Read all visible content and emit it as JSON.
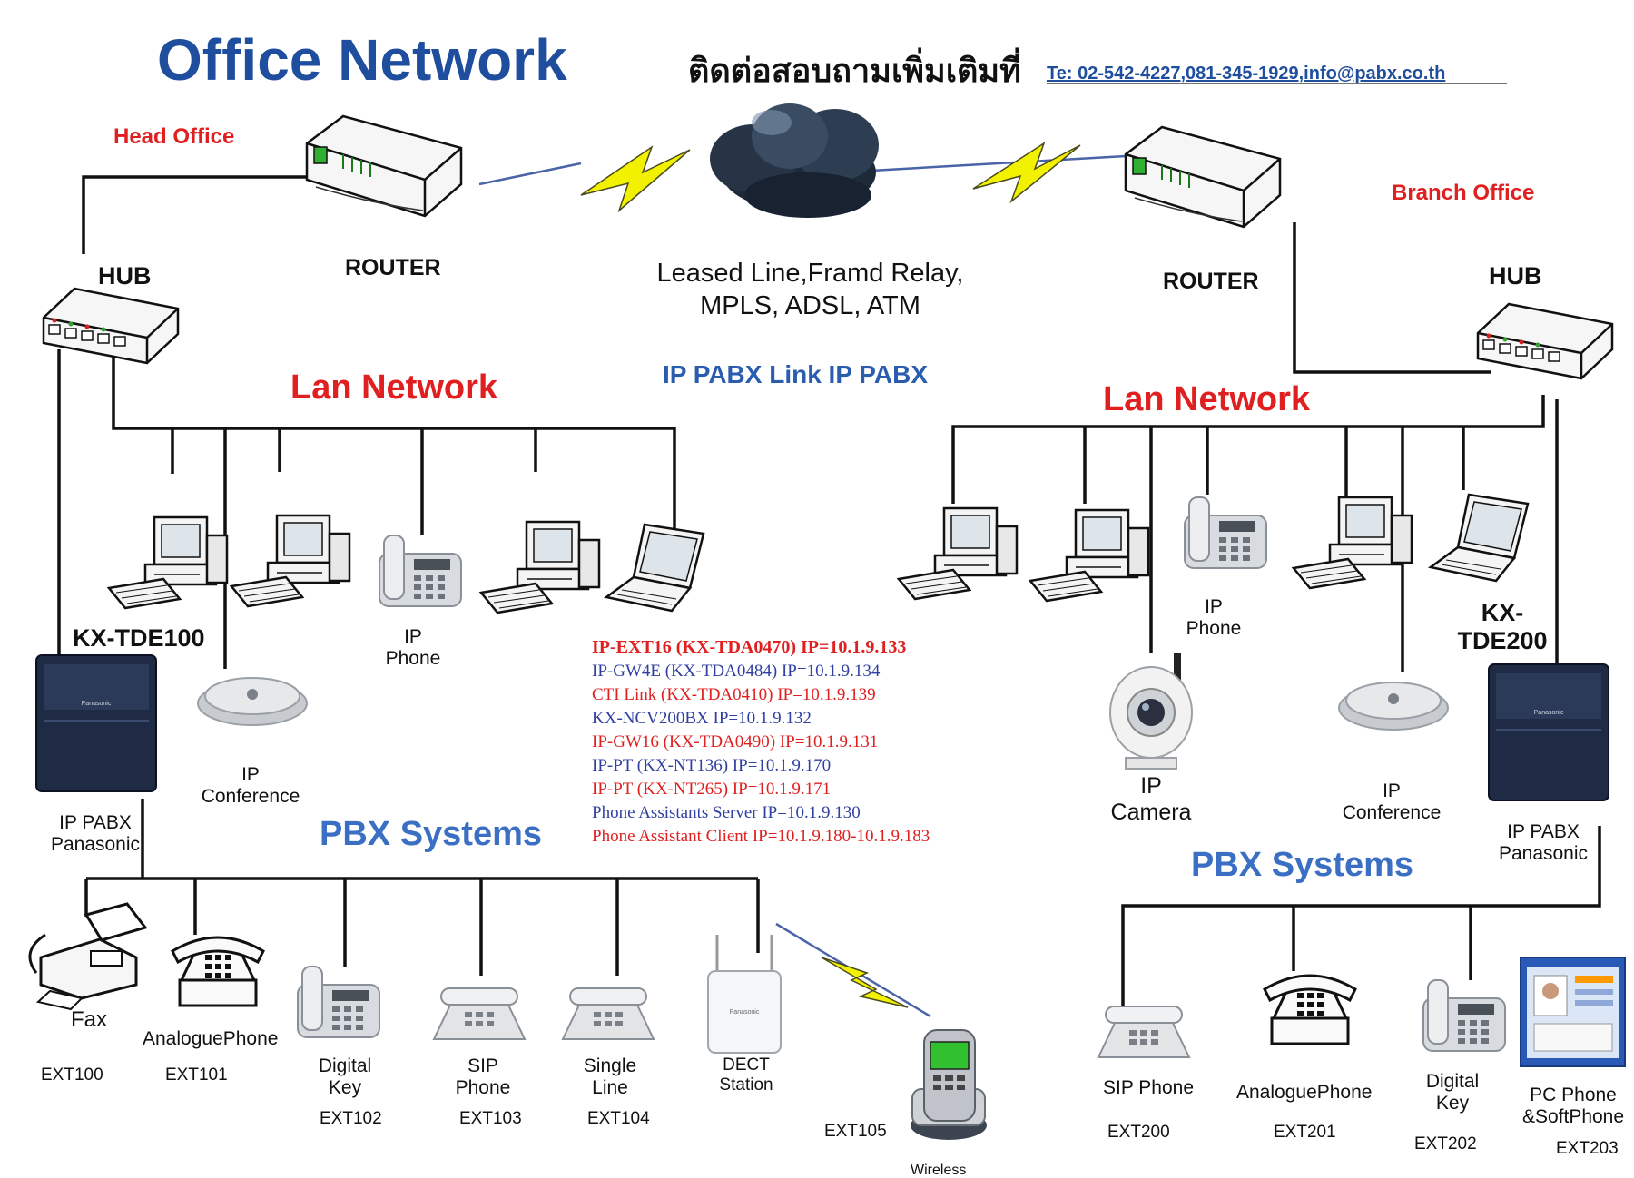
{
  "title": "Office Network",
  "contact_thai": "ติดต่อสอบถามเพิ่มเติมที่",
  "contact_info": "Te: 02-542-4227,081-345-1929,info@pabx.co.th",
  "head_office": "Head Office",
  "branch_office": "Branch Office",
  "left": {
    "hub": "HUB",
    "router": "ROUTER",
    "lan": "Lan Network",
    "pbx_model": "KX-TDE100",
    "pbx_name": [
      "IP PABX",
      "Panasonic"
    ],
    "ip_phone": [
      "IP",
      "Phone"
    ],
    "ip_conference": [
      "IP",
      "Conference"
    ],
    "pbx_systems": "PBX Systems",
    "devices": [
      {
        "name": "Fax",
        "ext": "EXT100"
      },
      {
        "name": "AnaloguePhone",
        "ext": "EXT101"
      },
      {
        "name": [
          "Digital",
          "Key"
        ],
        "ext": "EXT102"
      },
      {
        "name": [
          "SIP",
          "Phone"
        ],
        "ext": "EXT103"
      },
      {
        "name": [
          "Single",
          "Line"
        ],
        "ext": "EXT104"
      },
      {
        "name": [
          "DECT",
          "Station"
        ],
        "ext": "EXT105"
      }
    ],
    "wireless": "Wireless"
  },
  "right": {
    "hub": "HUB",
    "router": "ROUTER",
    "lan": "Lan Network",
    "pbx_model": [
      "KX-",
      "TDE200"
    ],
    "pbx_name": [
      "IP PABX",
      "Panasonic"
    ],
    "ip_phone": [
      "IP",
      "Phone"
    ],
    "ip_camera": [
      "IP",
      "Camera"
    ],
    "ip_conference": [
      "IP",
      "Conference"
    ],
    "pbx_systems": "PBX Systems",
    "devices": [
      {
        "name": "SIP Phone",
        "ext": "EXT200"
      },
      {
        "name": "AnaloguePhone",
        "ext": "EXT201"
      },
      {
        "name": [
          "Digital",
          "Key"
        ],
        "ext": "EXT202"
      },
      {
        "name": [
          "PC Phone",
          "&SoftPhone"
        ],
        "ext": "EXT203"
      }
    ]
  },
  "wan": {
    "lines": [
      "Leased Line,Framd Relay,",
      "MPLS, ADSL, ATM"
    ],
    "link": "IP PABX Link  IP PABX"
  },
  "ip_list": [
    {
      "text": "IP-EXT16 (KX-TDA0470) IP=10.1.9.133",
      "color": "#e02020"
    },
    {
      "text": "IP-GW4E (KX-TDA0484) IP=10.1.9.134",
      "color": "#3040a0"
    },
    {
      "text": "CTI Link (KX-TDA0410) IP=10.1.9.139",
      "color": "#e02020"
    },
    {
      "text": "KX-NCV200BX IP=10.1.9.132",
      "color": "#3040a0"
    },
    {
      "text": "IP-GW16 (KX-TDA0490) IP=10.1.9.131",
      "color": "#e02020"
    },
    {
      "text": "IP-PT (KX-NT136) IP=10.1.9.170",
      "color": "#3040a0"
    },
    {
      "text": "IP-PT (KX-NT265) IP=10.1.9.171",
      "color": "#e02020"
    },
    {
      "text": "Phone Assistants Server IP=10.1.9.130",
      "color": "#3040a0"
    },
    {
      "text": "Phone Assistant Client IP=10.1.9.180-10.1.9.183",
      "color": "#e02020"
    }
  ],
  "colors": {
    "title": "#1f4e9e",
    "red_label": "#e02020",
    "blue_label": "#3a6fc4",
    "lightning": "#f2f200",
    "cloud": "#1e2a38"
  }
}
